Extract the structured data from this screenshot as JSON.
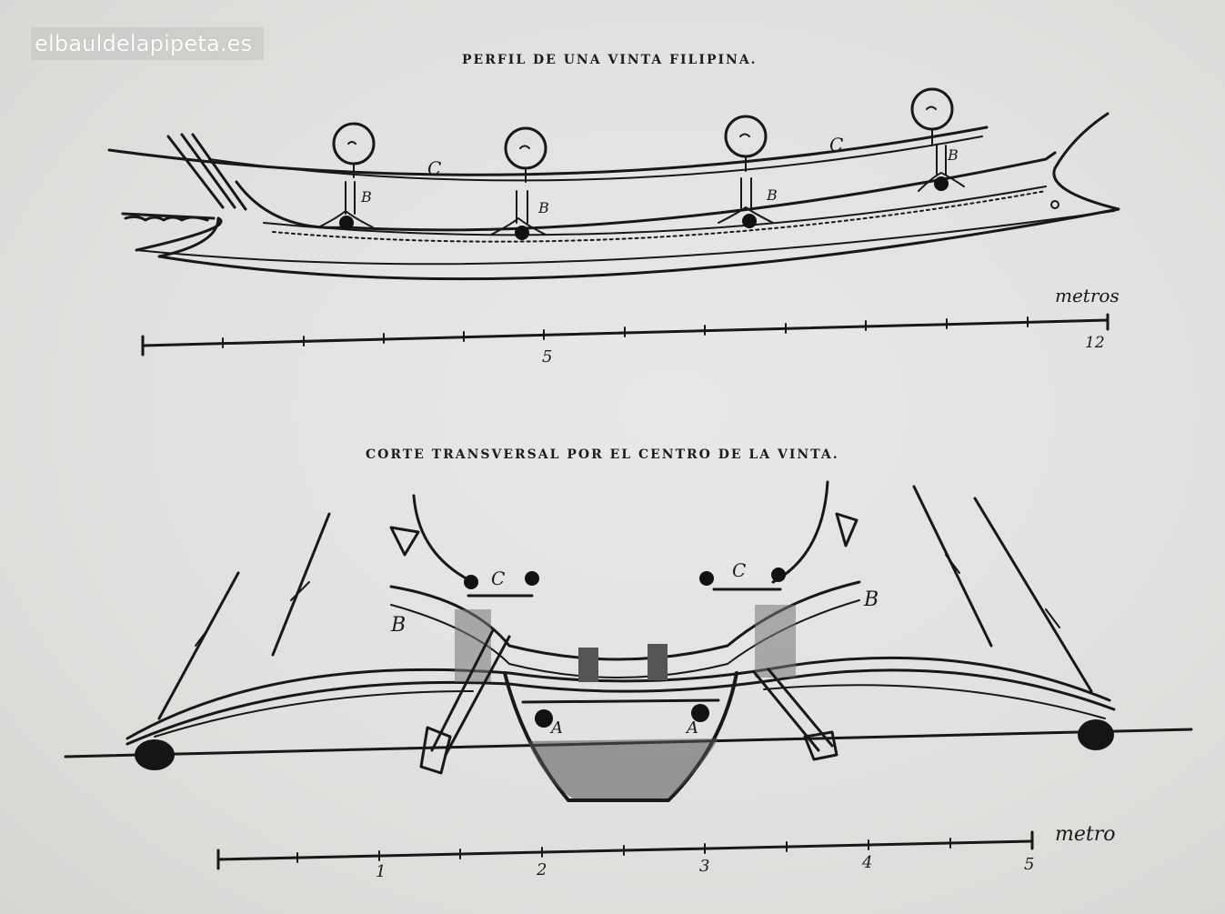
{
  "watermark": "elbauldelapipeta.es",
  "top_title": "PERFIL DE UNA VINTA FILIPINA.",
  "bottom_title": "CORTE TRANSVERSAL POR EL CENTRO DE LA VINTA.",
  "top_diagram": {
    "labels": [
      "C",
      "C",
      "B",
      "B",
      "B",
      "B"
    ],
    "scale_unit": "metros",
    "scale_ticks": [
      "5",
      "12"
    ]
  },
  "bottom_diagram": {
    "labels": [
      "B",
      "B",
      "C",
      "C",
      "A",
      "A"
    ],
    "scale_unit": "metro",
    "scale_ticks": [
      "1",
      "2",
      "3",
      "4",
      "5"
    ]
  },
  "colors": {
    "paper": "#e3e3e1",
    "ink": "#181818"
  }
}
